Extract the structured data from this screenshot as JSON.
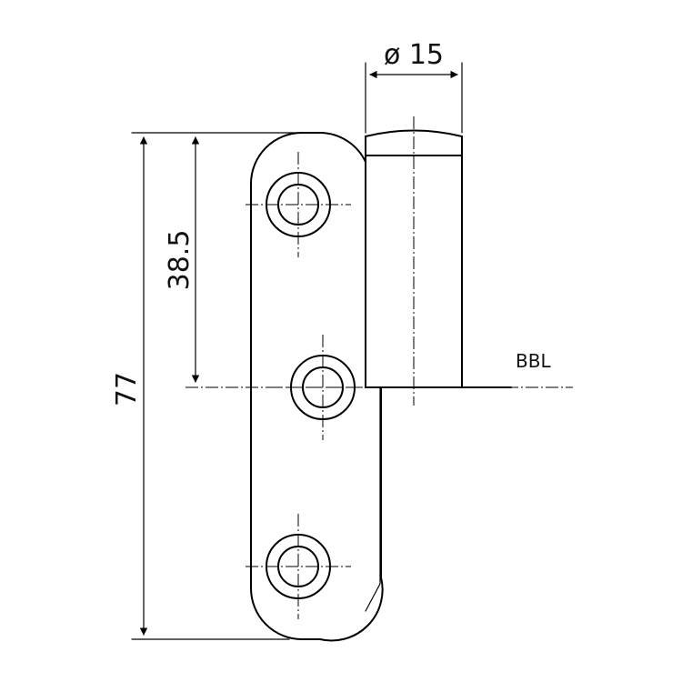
{
  "drawing": {
    "dimensions": {
      "total_height": "77",
      "hole_spacing": "38.5",
      "pin_diameter": "ø 15"
    },
    "labels": {
      "bbl": "BBL"
    }
  }
}
